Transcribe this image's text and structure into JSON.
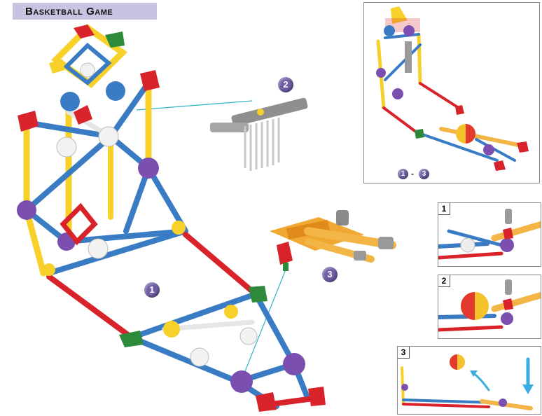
{
  "title": "Basketball Game",
  "steps": {
    "main": "1",
    "detail_a": "2",
    "detail_b": "3",
    "range_start": "1",
    "range_sep": "-",
    "range_end": "3"
  },
  "panels": [
    {
      "number": "1"
    },
    {
      "number": "2"
    },
    {
      "number": "3"
    }
  ],
  "colors": {
    "title_bg": "#c7c3e1",
    "badge": "#6e5fa6",
    "rod_red": "#d8232a",
    "rod_yellow": "#f7d12a",
    "rod_blue": "#3a7cc4",
    "rod_green": "#2d8a3a",
    "connector_purple": "#7a4fb0",
    "connector_white": "#e6e6e6",
    "ball_red": "#e23a2e",
    "ball_yellow": "#f6c22b",
    "leader_cyan": "#2fb4c8"
  }
}
